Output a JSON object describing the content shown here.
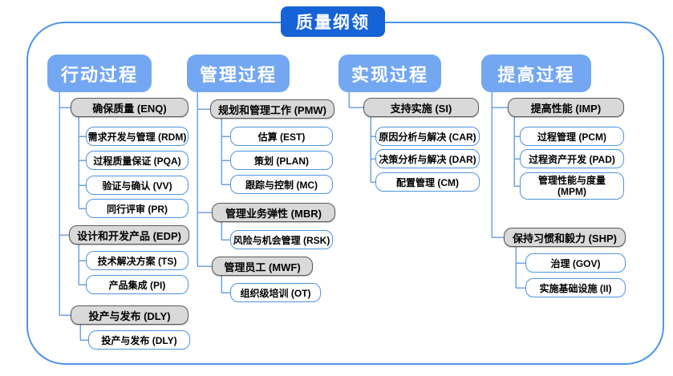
{
  "title": "质量纲领",
  "palette": {
    "title_bg": "#1563D6",
    "header_bg": "#74A7F2",
    "group_bg": "#D9D9D9",
    "group_border": "#595959",
    "leaf_border": "#4D94E0",
    "connector_line": "#6FA3E3",
    "frame_border": "#4E95E9"
  },
  "columns": [
    {
      "header": "行动过程",
      "groups": [
        {
          "label": "确保质量 (ENQ)",
          "items": [
            "需求开发与管理 (RDM)",
            "过程质量保证 (PQA)",
            "验证与确认 (VV)",
            "同行评审 (PR)"
          ]
        },
        {
          "label": "设计和开发产品 (EDP)",
          "items": [
            "技术解决方案 (TS)",
            "产品集成 (PI)"
          ]
        },
        {
          "label": "投产与发布 (DLY)",
          "items": [
            "投产与发布 (DLY)"
          ]
        }
      ]
    },
    {
      "header": "管理过程",
      "groups": [
        {
          "label": "规划和管理工作 (PMW)",
          "items": [
            "估算 (EST)",
            "策划 (PLAN)",
            "跟踪与控制 (MC)"
          ]
        },
        {
          "label": "管理业务弹性 (MBR)",
          "items": [
            "风险与机会管理 (RSK)"
          ]
        },
        {
          "label": "管理员工 (MWF)",
          "items": [
            "组织级培训 (OT)"
          ]
        }
      ]
    },
    {
      "header": "实现过程",
      "groups": [
        {
          "label": "支持实施 (SI)",
          "items": [
            "原因分析与解决 (CAR)",
            "决策分析与解决 (DAR)",
            "配置管理 (CM)"
          ]
        }
      ]
    },
    {
      "header": "提高过程",
      "groups": [
        {
          "label": "提高性能 (IMP)",
          "items": [
            "过程管理 (PCM)",
            "过程资产开发 (PAD)",
            "管理性能与度量 (MPM)"
          ]
        },
        {
          "label": "保持习惯和毅力 (SHP)",
          "items": [
            "治理 (GOV)",
            "实施基础设施 (II)"
          ]
        }
      ]
    }
  ]
}
